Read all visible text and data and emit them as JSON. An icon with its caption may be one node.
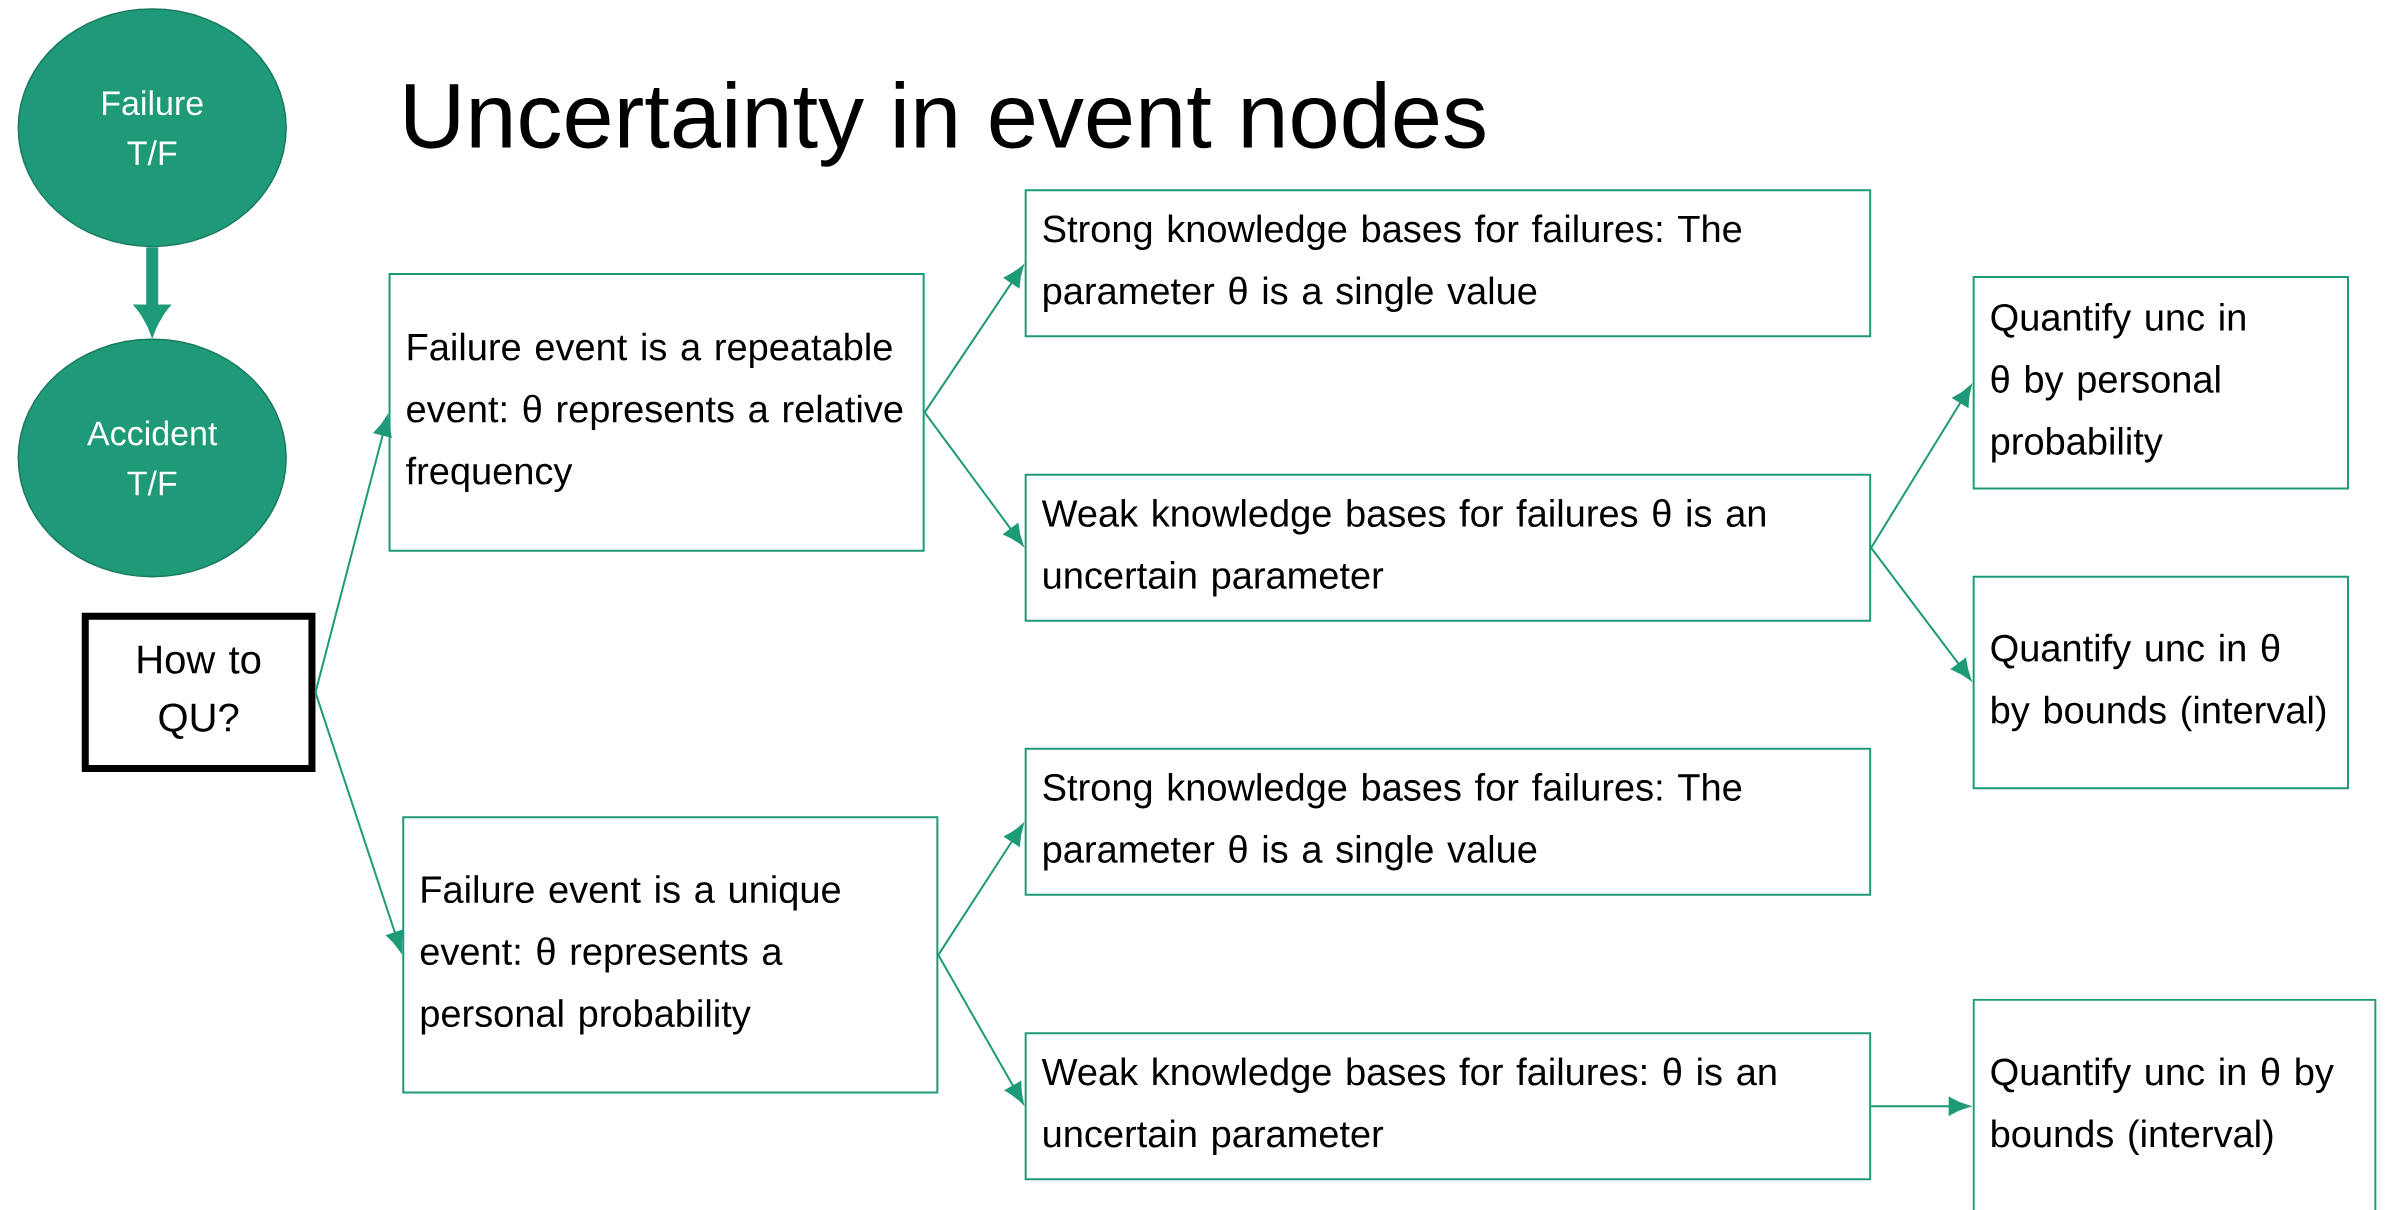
{
  "diagram": {
    "title": "Uncertainty in event nodes",
    "nodes": [
      {
        "text": [
          "Failure T/F"
        ]
      },
      {
        "text": [
          "Accident T/F"
        ]
      },
      {
        "text": [
          "How to QU?"
        ]
      },
      {
        "text": [
          "Failure event is a repeatable event: θ represents a relative frequency"
        ]
      },
      {
        "text": [
          "Failure event is a unique event: θ represents a personal probability"
        ]
      },
      {
        "text": [
          "Strong knowledge bases for failures: The parameter θ is a single value"
        ]
      },
      {
        "text": [
          "Weak knowledge bases for failures θ is an uncertain parameter"
        ]
      },
      {
        "text": [
          "Strong knowledge bases for failures: The parameter θ is a single value"
        ]
      },
      {
        "text": [
          "Weak knowledge bases for failures: θ is an uncertain parameter"
        ]
      },
      {
        "text": [
          "Quantify unc in θ by personal probability"
        ]
      },
      {
        "text": [
          "Quantify unc in θ by bounds (interval)"
        ]
      },
      {
        "text": [
          "Quantify unc in θ by bounds (interval)"
        ]
      }
    ],
    "edges": [
      {
        "from": 0,
        "to": 1,
        "arrow": "to",
        "style": "thick"
      },
      {
        "from": 2,
        "to": 3,
        "arrow": "to"
      },
      {
        "from": 2,
        "to": 4,
        "arrow": "to"
      },
      {
        "from": 3,
        "to": 5,
        "arrow": "to"
      },
      {
        "from": 3,
        "to": 6,
        "arrow": "to"
      },
      {
        "from": 4,
        "to": 7,
        "arrow": "to"
      },
      {
        "from": 4,
        "to": 8,
        "arrow": "to"
      },
      {
        "from": 6,
        "to": 9,
        "arrow": "to"
      },
      {
        "from": 6,
        "to": 10,
        "arrow": "to"
      },
      {
        "from": 8,
        "to": 11,
        "arrow": "to"
      }
    ]
  }
}
